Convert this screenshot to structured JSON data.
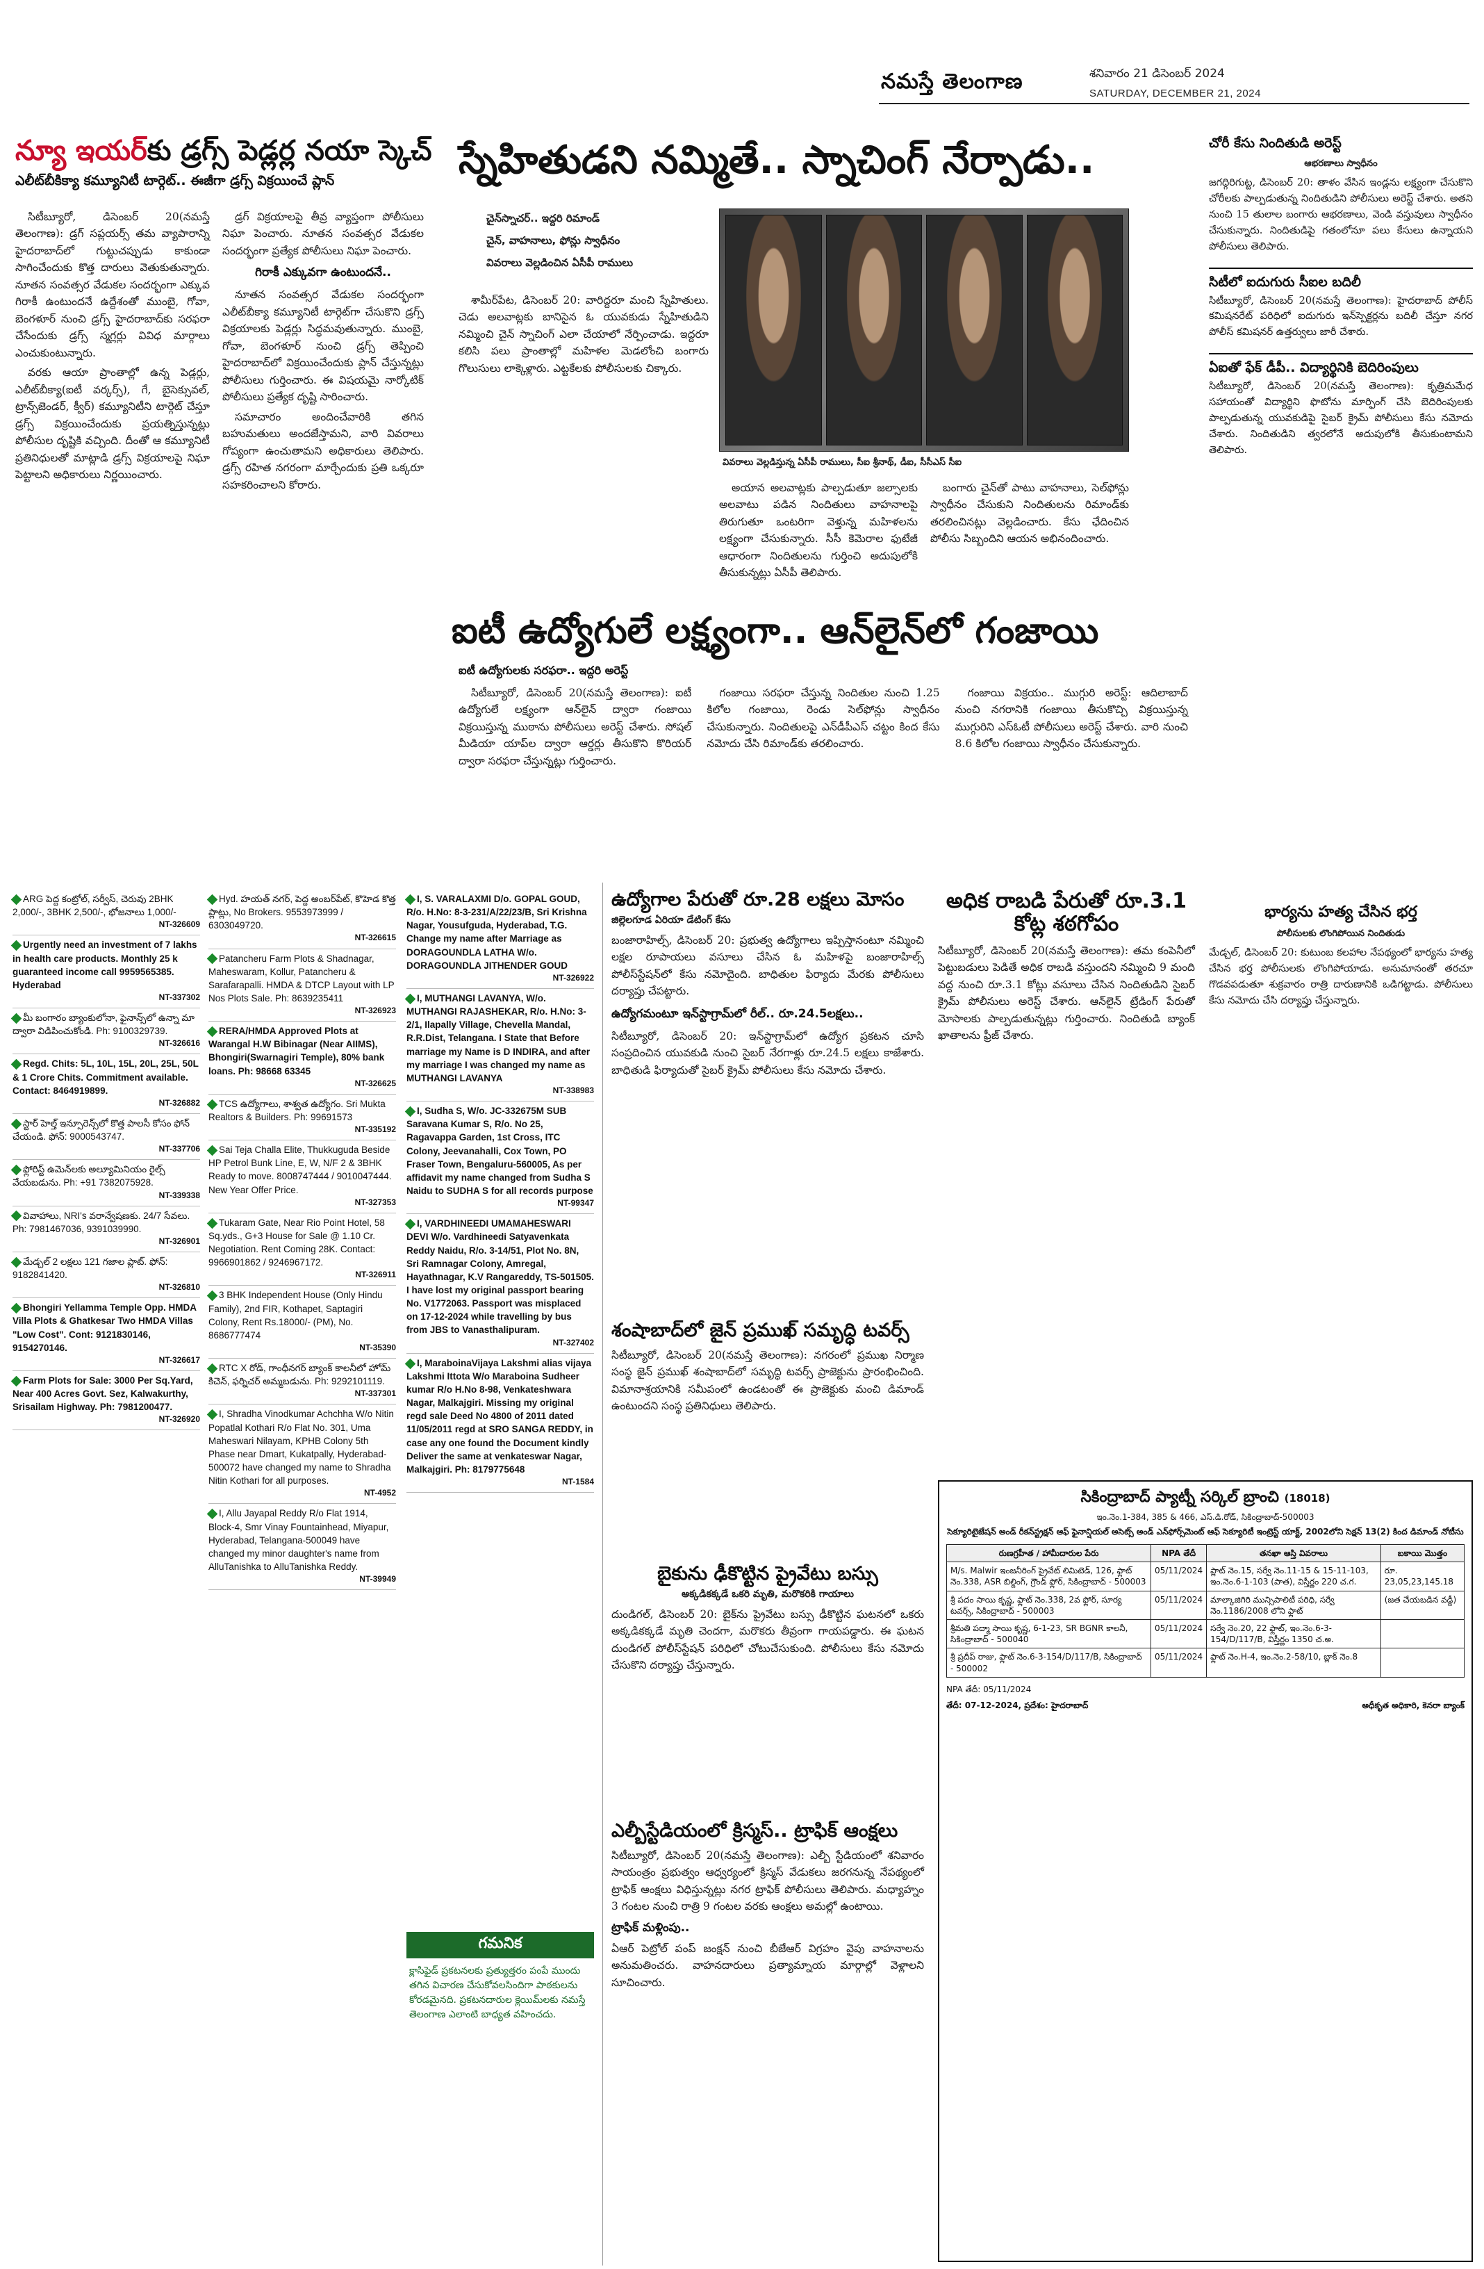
{
  "masthead": {
    "paper": "నమస్తే తెలంగాణ",
    "date_te": "శనివారం 21 డిసెంబర్ 2024",
    "date_en": "SATURDAY, DECEMBER 21, 2024"
  },
  "story_drugs": {
    "headline_red": "న్యూ ఇయర్‌",
    "headline_black": "కు డ్రగ్స్ పెడ్లర్ల నయా స్కెచ్",
    "subhead": "ఎలీట్‌బీకి‌క్యా కమ్యూనిటీ టార్గెట్.. ఈజీగా డ్రగ్స్ విక్రయించే ప్లాన్",
    "col1": [
      "సిటీబ్యూరో, డిసెంబర్ 20(నమస్తే తెలంగాణ): డ్రగ్ సప్లయర్స్ తమ వ్యాపారాన్ని హైదరాబాద్‌లో గుట్టుచప్పుడు కాకుండా సాగించేందుకు కొత్త దారులు వెతుకుతున్నారు. నూతన సంవత్సర వేడుకల సందర్భంగా ఎక్కువ గిరాకీ ఉంటుందనే ఉద్దేశంతో ముంబై, గోవా, బెంగళూర్ నుంచి డ్రగ్స్ హైదరాబాద్‌కు సరఫరా చేసేందుకు డ్రగ్స్ స్మగ్లర్లు వివిధ మార్గాలు ఎంచుకుంటున్నారు.",
      "వరకు ఆయా ప్రాంతాల్లో ఉన్న పెడ్లర్లు, ఎలీట్‌బీక్యా(ఐటీ వర్కర్స్), గే, బైసెక్సువల్, ట్రాన్స్‌జెండర్, క్వీర్) కమ్యూనిటీని టార్గెట్ చేస్తూ డ్రగ్స్ విక్రయించేందుకు ప్రయత్నిస్తున్నట్లు పోలీసుల దృష్టికి వచ్చింది. దీంతో ఆ కమ్యూనిటీ ప్రతినిధులతో మాట్లాడి డ్రగ్స్ విక్రయాలపై నిఘా పెట్టాలని అధికారులు నిర్ణయించారు."
    ],
    "col2": [
      "డ్రగ్ విక్రయాలపై తీవ్ర వ్యాప్తంగా పోలీసులు నిఘా పెంచారు. నూతన సంవత్సర వేడుకల సందర్భంగా ప్రత్యేక పోలీసులు నిఘా పెంచారు.",
      "గిరాకీ ఎక్కువగా ఉంటుందనే..",
      "నూతన సంవత్సర వేడుకల సందర్భంగా ఎలీట్‌బీక్యా కమ్యూనిటీ టార్గెట్‌గా చేసుకొని డ్రగ్స్ విక్రయాలకు పెడ్లర్లు సిద్ధమవుతున్నారు. ముంబై, గోవా, బెంగళూర్ నుంచి డ్రగ్స్ తెప్పించి హైదరాబాద్‌లో విక్రయించేందుకు ప్లాన్ చేస్తున్నట్లు పోలీసులు గుర్తించారు. ఈ విషయమై నార్కోటిక్ పోలీసులు ప్రత్యేక దృష్టి సారించారు.",
      "సమాచారం అందించేవారికి తగిన బహుమతులు అందజేస్తామని, వారి వివరాలు గోప్యంగా ఉంచుతామని అధికారులు తెలిపారు. డ్రగ్స్ రహిత నగరంగా మార్చేందుకు ప్రతి ఒక్కరూ సహకరించాలని కోరారు."
    ]
  },
  "story_chain": {
    "headline": "స్నేహితుడని నమ్మితే.. స్నాచింగ్ నేర్పాడు..",
    "bullets": [
      "చైన్‌స్నాచర్.. ఇద్దరి రిమాండ్",
      "చైన్, వాహనాలు, ఫోన్లు స్వాధీనం",
      "వివరాలు వెల్లడించిన ఏసీపీ రాములు"
    ],
    "photo_caption": "వివరాలు వెల్లడిస్తున్న ఏసీపీ రాములు, సీఐ శ్రీనాథ్, డీఐ, సీసీఎస్ సీఐ",
    "text": [
      "శామీర్‌పేట, డిసెంబర్ 20: వారిద్దరూ మంచి స్నేహితులు. చెడు అలవాట్లకు బానిసైన ఓ యువకుడు స్నేహితుడిని నమ్మించి చైన్ స్నాచింగ్ ఎలా చేయాలో నేర్పించాడు. ఇద్దరూ కలిసి పలు ప్రాంతాల్లో మహిళల మెడలోంచి బంగారు గొలుసులు లాక్కెళ్లారు. ఎట్టకేలకు పోలీసులకు చిక్కారు.",
      "అయాన అలవాట్లకు పాల్పడుతూ జల్సాలకు అలవాటు పడిన నిందితులు వాహనాలపై తిరుగుతూ ఒంటరిగా వెళ్తున్న మహిళలను లక్ష్యంగా చేసుకున్నారు. సీసీ కెమెరాల ఫుటేజీ ఆధారంగా నిందితులను గుర్తించి అదుపులోకి తీసుకున్నట్లు ఏసీపీ తెలిపారు.",
      "బంగారు చైన్‌తో పాటు వాహనాలు, సెల్‌ఫోన్లు స్వాధీనం చేసుకుని నిందితులను రిమాండ్‌కు తరలించినట్లు వెల్లడించారు. కేసు ఛేదించిన పోలీసు సిబ్బందిని ఆయన అభినందించారు."
    ]
  },
  "story_ganja": {
    "headline": "ఐటీ ఉద్యోగులే లక్ష్యంగా.. ఆన్‌లైన్‌లో గంజాయి",
    "kicker": "ఐటీ ఉద్యోగులకు సరఫరా.. ఇద్దరి అరెస్ట్",
    "text": [
      "సిటీబ్యూరో, డిసెంబర్ 20(నమస్తే తెలంగాణ): ఐటీ ఉద్యోగులే లక్ష్యంగా ఆన్‌లైన్ ద్వారా గంజాయి విక్రయిస్తున్న ముఠాను పోలీసులు అరెస్ట్ చేశారు. సోషల్ మీడియా యాప్‌ల ద్వారా ఆర్డర్లు తీసుకొని కొరియర్ ద్వారా సరఫరా చేస్తున్నట్లు గుర్తించారు.",
      "గంజాయి సరఫరా చేస్తున్న నిందితుల నుంచి 1.25 కిలోల గంజాయి, రెండు సెల్‌ఫోన్లు స్వాధీనం చేసుకున్నారు. నిందితులపై ఎన్‌డీపీఎస్ చట్టం కింద కేసు నమోదు చేసి రిమాండ్‌కు తరలించారు.",
      "గంజాయి విక్రయం.. ముగ్గురి అరెస్ట్: ఆదిలాబాద్ నుంచి నగరానికి గంజాయి తీసుకొచ్చి విక్రయిస్తున్న ముగ్గురిని ఎస్‌ఓటీ పోలీసులు అరెస్ట్ చేశారు. వారి నుంచి 8.6 కిలోల గంజాయి స్వాధీనం చేసుకున్నారు."
    ]
  },
  "story_jobs": {
    "headline": "ఉద్యోగాల పేరుతో రూ.28 లక్షలు మోసం",
    "kicker": "జిల్లెలగూడ ఏరియా డేటింగ్ కేసు",
    "text": "బంజారాహిల్స్, డిసెంబర్ 20: ప్రభుత్వ ఉద్యోగాలు ఇప్పిస్తానంటూ నమ్మించి లక్షల రూపాయలు వసూలు చేసిన ఓ మహిళపై బంజారాహిల్స్ పోలీస్‌స్టేషన్‌లో కేసు నమోదైంది. బాధితుల ఫిర్యాదు మేరకు పోలీసులు దర్యాప్తు చేపట్టారు.",
    "sub2": "ఉద్యోగమంటూ ఇన్‌స్టాగ్రామ్‌లో రీల్.. రూ.24.5లక్షలు..",
    "text2": "సిటీబ్యూరో, డిసెంబర్ 20: ఇన్‌స్టాగ్రామ్‌లో ఉద్యోగ ప్రకటన చూసి సంప్రదించిన యువకుడి నుంచి సైబర్ నేరగాళ్లు రూ.24.5 లక్షలు కాజేశారు. బాధితుడి ఫిర్యాదుతో సైబర్ క్రైమ్ పోలీసులు కేసు నమోదు చేశారు."
  },
  "story_profit": {
    "headline": "అధిక రాబడి పేరుతో రూ.3.1 కోట్ల శఠగోపం",
    "text": "సిటీబ్యూరో, డిసెంబర్ 20(నమస్తే తెలంగాణ): తమ కంపెనీలో పెట్టుబడులు పెడితే అధిక రాబడి వస్తుందని నమ్మించి 9 మంది వద్ద నుంచి రూ.3.1 కోట్లు వసూలు చేసిన నిందితుడిని సైబర్ క్రైమ్ పోలీసులు అరెస్ట్ చేశారు. ఆన్‌లైన్ ట్రేడింగ్ పేరుతో మోసాలకు పాల్పడుతున్నట్లు గుర్తించారు. నిందితుడి బ్యాంక్ ఖాతాలను ఫ్రీజ్ చేశారు."
  },
  "story_jain": {
    "headline": "శంషాబాద్‌లో జైన్ ప్రముఖ్ సమృద్ధి టవర్స్",
    "text": "సిటీబ్యూరో, డిసెంబర్ 20(నమస్తే తెలంగాణ): నగరంలో ప్రముఖ నిర్మాణ సంస్థ జైన్ ప్రముఖ్ శంషాబాద్‌లో సమృద్ధి టవర్స్ ప్రాజెక్టును ప్రారంభించింది. విమానాశ్రయానికి సమీపంలో ఉండటంతో ఈ ప్రాజెక్టుకు మంచి డిమాండ్ ఉంటుందని సంస్థ ప్రతినిధులు తెలిపారు."
  },
  "story_bus": {
    "headline": "బైకును ఢీకొట్టిన ప్రైవేటు బస్సు",
    "kicker": "అక్కడికక్కడే ఒకరి మృతి, మరొకరికి గాయాలు",
    "text": "దుండిగల్, డిసెంబర్ 20: బైక్‌ను ప్రైవేటు బస్సు ఢీకొట్టిన ఘటనలో ఒకరు అక్కడికక్కడే మృతి చెందగా, మరొకరు తీవ్రంగా గాయపడ్డారు. ఈ ఘటన దుండిగల్ పోలీస్‌స్టేషన్ పరిధిలో చోటుచేసుకుంది. పోలీసులు కేసు నమోదు చేసుకొని దర్యాప్తు చేస్తున్నారు."
  },
  "story_christmas": {
    "headline": "ఎల్బీస్టేడియంలో క్రిస్మస్.. ట్రాఫిక్ ఆంక్షలు",
    "text": "సిటీబ్యూరో, డిసెంబర్ 20(నమస్తే తెలంగాణ): ఎల్బీ స్టేడియంలో శనివారం సాయంత్రం ప్రభుత్వం ఆధ్వర్యంలో క్రిస్మస్ వేడుకలు జరగనున్న నేపథ్యంలో ట్రాఫిక్ ఆంక్షలు విధిస్తున్నట్లు నగర ట్రాఫిక్ పోలీసులు తెలిపారు. మధ్యాహ్నం 3 గంటల నుంచి రాత్రి 9 గంటల వరకు ఆంక్షలు అమల్లో ఉంటాయి.",
    "sub": "ట్రాఫిక్ మళ్లింపు..",
    "text2": "ఏఆర్ పెట్రోల్ పంప్ జంక్షన్ నుంచి బీజేఆర్ విగ్రహం వైపు వాహనాలను అనుమతించరు. వాహనదారులు ప్రత్యామ్నాయ మార్గాల్లో వెళ్లాలని సూచించారు."
  },
  "sidebar": {
    "box1_title": "చోరీ కేసు నిందితుడి అరెస్ట్",
    "box1_kicker": "ఆభరణాలు స్వాధీనం",
    "box1_text": "జగద్గిరిగుట్ట, డిసెంబర్ 20: తాళం వేసిన ఇండ్లను లక్ష్యంగా చేసుకొని చోరీలకు పాల్పడుతున్న నిందితుడిని పోలీసులు అరెస్ట్ చేశారు. అతని నుంచి 15 తులాల బంగారు ఆభరణాలు, వెండి వస్తువులు స్వాధీనం చేసుకున్నారు. నిందితుడిపై గతంలోనూ పలు కేసులు ఉన్నాయని పోలీసులు తెలిపారు.",
    "box2_title": "సిటీలో ఐదుగురు సీఐల బదిలీ",
    "box2_text": "సిటీబ్యూరో, డిసెంబర్ 20(నమస్తే తెలంగాణ): హైదరాబాద్ పోలీస్ కమిషనరేట్ పరిధిలో ఐదుగురు ఇన్‌స్పెక్టర్లను బదిలీ చేస్తూ నగర పోలీస్ కమిషనర్ ఉత్తర్వులు జారీ చేశారు.",
    "box3_title": "ఏఐతో ఫేక్ డీపీ.. విద్యార్థినికి బెదిరింపులు",
    "box3_text": "సిటీబ్యూరో, డిసెంబర్ 20(నమస్తే తెలంగాణ): కృత్రిమమేధ సహాయంతో విద్యార్థిని ఫొటోను మార్ఫింగ్ చేసి బెదిరింపులకు పాల్పడుతున్న యువకుడిపై సైబర్ క్రైమ్ పోలీసులు కేసు నమోదు చేశారు. నిందితుడిని త్వరలోనే అదుపులోకి తీసుకుంటామని తెలిపారు.",
    "box4_title": "భార్యను హత్య చేసిన భర్త",
    "box4_kicker": "పోలీసులకు లొంగిపోయిన నిందితుడు",
    "box4_text": "మేడ్చల్, డిసెంబర్ 20: కుటుంబ కలహాల నేపథ్యంలో భార్యను హత్య చేసిన భర్త పోలీసులకు లొంగిపోయాడు. అనుమానంతో తరచూ గొడవపడుతూ శుక్రవారం రాత్రి దారుణానికి ఒడిగట్టాడు. పోలీసులు కేసు నమోదు చేసి దర్యాప్తు చేస్తున్నారు."
  },
  "classifieds_left": [
    {
      "text": "ARG పెద్ద కంట్రోల్, సర్వీస్, చెరువు 2BHK 2,000/-, 3BHK 2,500/-, భోజనాలు 1,000/-",
      "code": "NT-326609"
    },
    {
      "text": "Urgently need an investment of 7 lakhs in health care products. Monthly 25 k guaranteed income call 9959565385. Hyderabad",
      "code": "NT-337302",
      "bold": true
    },
    {
      "text": "మీ బంగారం బ్యాంకులోనా, ఫైనాన్స్‌లో ఉన్నా మా ద్వారా విడిపించుకోండి. Ph: 9100329739.",
      "code": "NT-326616"
    },
    {
      "text": "Regd. Chits: 5L, 10L, 15L, 20L, 25L, 50L & 1 Crore Chits. Commitment available. Contact: 8464919899.",
      "code": "NT-326882",
      "bold": true
    },
    {
      "text": "స్టార్ హెల్త్ ఇన్సూరెన్స్‌లో కొత్త పాలసీ కోసం ఫోన్ చేయండి. ఫోన్: 9000543747.",
      "code": "NT-337706"
    },
    {
      "text": "ఫ్లోరిస్ట్ ఉమెన్‌లకు అల్యూమినియం రైల్స్ వేయబడును. Ph: +91 7382075928.",
      "code": "NT-339338"
    },
    {
      "text": "వివాహాలు, NRI's వరాన్వేషణకు. 24/7 సేవలు. Ph: 7981467036, 9391039990.",
      "code": "NT-326901"
    },
    {
      "text": "మేడ్చల్ 2 లక్షలు 121 గజాల ప్లాట్. ఫోన్: 9182841420.",
      "code": "NT-326810"
    },
    {
      "text": "Bhongiri Yellamma Temple Opp. HMDA Villa Plots & Ghatkesar Two HMDA Villas \"Low Cost\". Cont: 9121830146, 9154270146.",
      "code": "NT-326617",
      "bold": true
    },
    {
      "text": "Farm Plots for Sale: 3000 Per Sq.Yard, Near 400 Acres Govt. Sez, Kalwakurthy, Srisailam Highway. Ph: 7981200477.",
      "code": "NT-326920",
      "bold": true
    }
  ],
  "classifieds_mid": [
    {
      "text": "Hyd. హయత్ నగర్, పెద్ద అంబర్‌పేట్, కొహెడ కొత్త ప్లాట్లు, No Brokers. 9553973999 / 6303049720.",
      "code": "NT-326615"
    },
    {
      "text": "Patancheru Farm Plots & Shadnagar, Maheswaram, Kollur, Patancheru & Sarafarapalli. HMDA & DTCP Layout with LP Nos Plots Sale. Ph: 8639235411",
      "code": "NT-326923"
    },
    {
      "text": "RERA/HMDA Approved Plots at Warangal H.W Bibinagar (Near AIIMS), Bhongiri(Swarnagiri Temple), 80% bank loans. Ph: 98668 63345",
      "code": "NT-326625",
      "bold": true
    },
    {
      "text": "TCS ఉద్యోగాలు, శాశ్వత ఉద్యోగం. Sri Mukta Realtors & Builders. Ph: 99691573",
      "code": "NT-335192"
    },
    {
      "text": "Sai Teja Challa Elite, Thukkuguda Beside HP Petrol Bunk Line, E, W, N/F 2 & 3BHK Ready to move. 8008747444 / 9010047444. New Year Offer Price.",
      "code": "NT-327353"
    },
    {
      "text": "Tukaram Gate, Near Rio Point Hotel, 58 Sq.yds., G+3 House for Sale @ 1.10 Cr. Negotiation. Rent Coming 28K. Contact: 9966901862 / 9246967172.",
      "code": "NT-326911"
    },
    {
      "text": "3 BHK Independent House (Only Hindu Family), 2nd FIR, Kothapet, Saptagiri Colony, Rent Rs.18000/- (PM), No. 8686777474",
      "code": "NT-35390"
    },
    {
      "text": "RTC X రోడ్, గాంధీనగర్ బ్యాంక్ కాలనీలో హోమ్ కిచెన్, ఫర్నిచర్ అమ్మబడును. Ph: 9292101119.",
      "code": "NT-337301"
    },
    {
      "text": "I, Shradha Vinodkumar Achchha W/o Nitin Popatlal Kothari R/o Flat No. 301, Uma Maheswari Nilayam, KPHB Colony 5th Phase near Dmart, Kukatpally, Hyderabad-500072 have changed my name to Shradha Nitin Kothari for all purposes.",
      "code": "NT-4952"
    },
    {
      "text": "I, Allu Jayapal Reddy R/o Flat 1914, Block-4, Smr Vinay Fountainhead, Miyapur, Hyderabad, Telangana-500049 have changed my minor daughter's name from AlluTanishka to AlluTanishka Reddy.",
      "code": "NT-39949"
    }
  ],
  "classifieds_right": [
    {
      "text": "I, S. VARALAXMI D/o. GOPAL GOUD, R/o. H.No: 8-3-231/A/22/23/B, Sri Krishna Nagar, Yousufguda, Hyderabad, T.G. Change my name after Marriage as DORAGOUNDLA LATHA W/o. DORAGOUNDLA JITHENDER GOUD",
      "code": "NT-326922",
      "bold": true
    },
    {
      "text": "I, MUTHANGI LAVANYA, W/o. MUTHANGI RAJASHEKAR, R/o. H.No: 3-2/1, Ilapally Village, Chevella Mandal, R.R.Dist, Telangana. I State that Before marriage my Name is D INDIRA, and after my marriage I was changed my name as MUTHANGI LAVANYA",
      "code": "NT-338983",
      "bold": true
    },
    {
      "text": "I, Sudha S, W/o. JC-332675M SUB Saravana Kumar S, R/o. No 25, Ragavappa Garden, 1st Cross, ITC Colony, Jeevanahalli, Cox Town, PO Fraser Town, Bengaluru-560005, As per affidavit my name changed from Sudha S Naidu to SUDHA S for all records purpose",
      "code": "NT-99347",
      "bold": true
    },
    {
      "text": "I, VARDHINEEDI UMAMAHESWARI DEVI W/o. Vardhineedi Satyavenkata Reddy Naidu, R/o. 3-14/51, Plot No. 8N, Sri Ramnagar Colony, Amregal, Hayathnagar, K.V Rangareddy, TS-501505. I have lost my original passport bearing No. V1772063. Passport was misplaced on 17-12-2024 while travelling by bus from JBS to Vanasthalipuram.",
      "code": "NT-327402",
      "bold": true
    },
    {
      "text": "I, MaraboinaVijaya Lakshmi alias vijaya Lakshmi Ittota W/o Maraboina Sudheer kumar R/o H.No 8-98, Venkateshwara Nagar, Malkajgiri. Missing my original regd sale Deed No 4800 of 2011 dated 11/05/2011 regd at SRO SANGA REDDY, in case any one found the Document kindly Deliver the same at venkateswar Nagar, Malkajgiri. Ph: 8179775648",
      "code": "NT-1584",
      "bold": true
    }
  ],
  "notice": {
    "tag": "గమనిక",
    "text": "క్లాసిఫైడ్ ప్రకటనలకు ప్రత్యుత్తరం పంపే ముందు తగిన విచారణ చేసుకోవలసిందిగా పాఠకులను కోరడమైనది. ప్రకటనదారుల క్లెయిమ్‌లకు నమస్తే తెలంగాణ ఎలాంటి బాధ్యత వహించదు."
  },
  "bank": {
    "title": "సికింద్రాబాద్ ప్యాట్నీ సర్కిల్ బ్రాంచి",
    "code": "(18018)",
    "address": "ఇం.నెం.1-384, 385 & 466, ఎస్.డి.రోడ్, సికింద్రాబాద్-500003",
    "intro": "సెక్యూరిటైజేషన్ అండ్ రీకన్‌స్ట్రక్షన్ ఆఫ్ ఫైనాన్షియల్ అసెట్స్ అండ్ ఎన్‌ఫోర్స్‌మెంట్ ఆఫ్ సెక్యూరిటీ ఇంట్రెస్ట్ యాక్ట్, 2002లోని సెక్షన్ 13(2) కింద డిమాండ్ నోటీసు",
    "headers": [
      "రుణగ్రహీత / హామీదారుల పేరు",
      "NPA తేదీ",
      "తనఖా ఆస్తి వివరాలు",
      "బకాయి మొత్తం"
    ],
    "rows": [
      [
        "M/s. Malwir ఇంజనీరింగ్ ప్రైవేట్ లిమిటెడ్, 126, ఫ్లాట్ నెం.338, ASR బిల్డింగ్, గ్రౌండ్ ఫ్లోర్, సికింద్రాబాద్ - 500003",
        "05/11/2024",
        "ప్లాట్ నెం.15, సర్వే నెం.11-15 & 15-11-103, ఇం.నెం.6-1-103 (పాత), విస్తీర్ణం 220 చ.గ.",
        "రూ. 23,05,23,145.18"
      ],
      [
        "శ్రీ పదం సాయి కృష్ణ, ఫ్లాట్ నెం.338, 2వ ఫ్లోర్, సూర్య టవర్స్, సికింద్రాబాద్ - 500003",
        "05/11/2024",
        "మాల్కాజిగిరి మున్సిపాలిటీ పరిధి, సర్వే నెం.1186/2008 లోని ఫ్లాట్",
        "(జత చేయబడిన వడ్డీ)"
      ],
      [
        "శ్రీమతి పద్మా సాయి కృష్ణ, 6-1-23, SR BGNR కాలనీ, సికింద్రాబాద్ - 500040",
        "05/11/2024",
        "సర్వే నెం.20, 22 ఫ్లాట్, ఇం.నెం.6-3-154/D/117/B, విస్తీర్ణం 1350 చ.అ.",
        ""
      ],
      [
        "శ్రీ ప్రదీప్ రాజు, ఫ్లాట్ నెం.6-3-154/D/117/B, సికింద్రాబాద్ - 500002",
        "05/11/2024",
        "ఫ్లాట్ నెం.H-4, ఇం.నెం.2-58/10, బ్లాక్ నెం.8",
        ""
      ]
    ],
    "footer_left": "NPA తేదీ: 05/11/2024",
    "footer_date": "తేదీ: 07-12-2024, ప్రదేశం: హైదరాబాద్",
    "footer_right": "అధీకృత అధికారి, కెనరా బ్యాంక్"
  }
}
